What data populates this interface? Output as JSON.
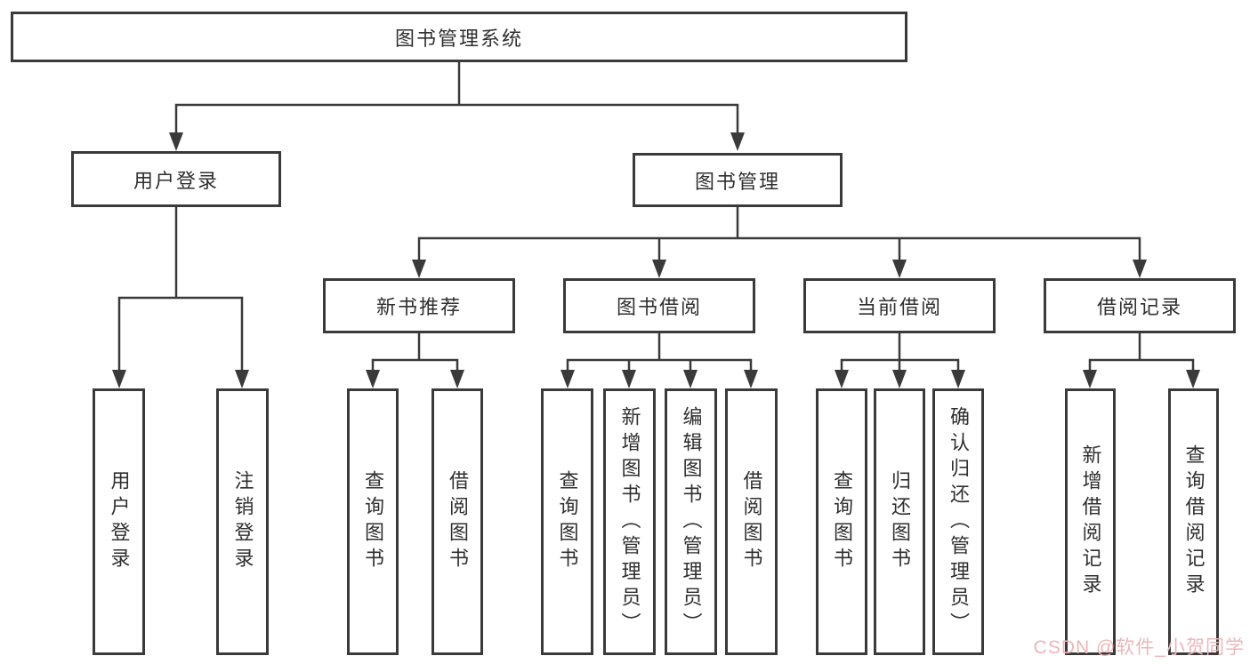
{
  "diagram": {
    "title": "图书管理系统",
    "level2": [
      {
        "label": "用户登录"
      },
      {
        "label": "图书管理"
      }
    ],
    "level3": [
      {
        "label": "新书推荐"
      },
      {
        "label": "图书借阅"
      },
      {
        "label": "当前借阅"
      },
      {
        "label": "借阅记录"
      }
    ],
    "leaves": {
      "user_login": [
        "用户登录",
        "注销登录"
      ],
      "new_book_recommend": [
        "查询图书",
        "借阅图书"
      ],
      "book_borrow": [
        "查询图书",
        "新增图书（管理员）",
        "编辑图书（管理员）",
        "借阅图书"
      ],
      "current_borrow": [
        "查询图书",
        "归还图书",
        "确认归还（管理员）"
      ],
      "borrow_records": [
        "新增借阅记录",
        "查询借阅记录"
      ]
    }
  },
  "watermark": {
    "text": "CSDN @软件_小贺同学",
    "color": "#edb6ba"
  },
  "colors": {
    "line": "#3a3a3a",
    "box_border": "#3a3a3a",
    "text": "#2f2f2f",
    "background": "#ffffff"
  }
}
